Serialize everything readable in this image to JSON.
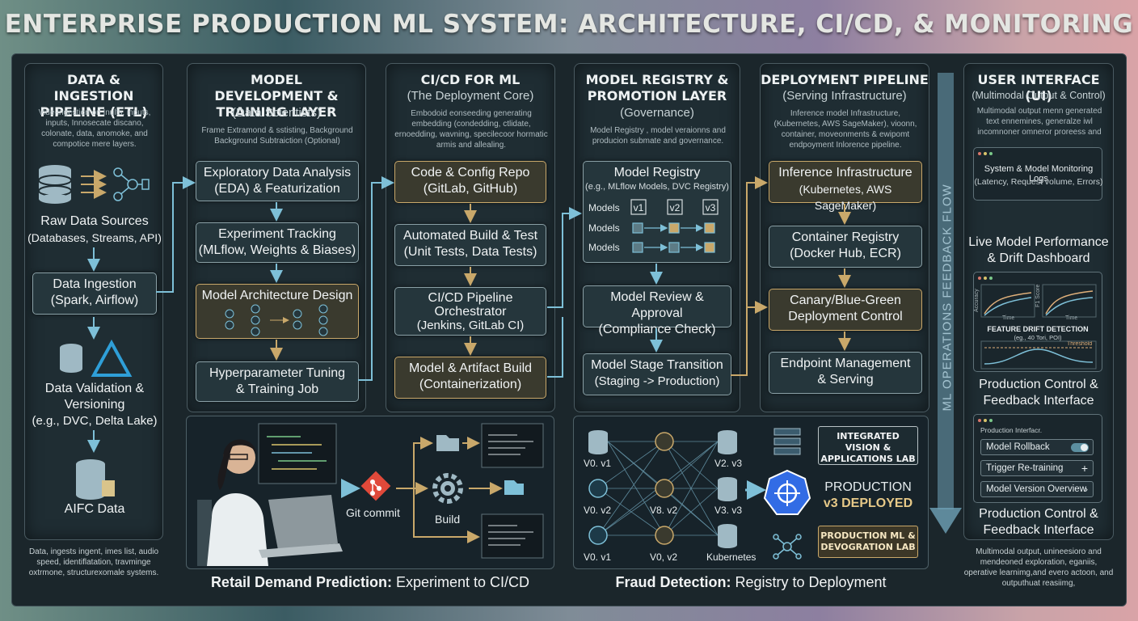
{
  "title": "ENTERPRISE PRODUCTION ML SYSTEM: ARCHITECTURE, CI/CD, & MONITORING",
  "columns": {
    "etl": {
      "head": "DATA & INGESTION PIPELINE (ETL)",
      "desc": "Vide-ingestion on Inults, inputs, inputs, Innosecate discano, colonate, data, anomoke, and compotice mere layers.",
      "raw": "Raw Data Sources",
      "raw_sub": "(Databases, Streams, API)",
      "ingest": "Data Ingestion",
      "ingest_sub": "(Spark, Airflow)",
      "validation": "Data Validation &",
      "validation2": "Versioning",
      "validation_sub": "(e.g., DVC, Delta Lake)",
      "data": "AIFC Data",
      "foot": "Data, ingests ingent, imes list, audio speed, identiflatation, travminge oxtrmone, structurexomale systems."
    },
    "dev": {
      "head": "MODEL DEVELOPMENT & TRAINING LAYER",
      "sub": "(Data Scientists)",
      "desc": "Frame Extramond & sstisting, Background Background Subtraiction (Optional)",
      "eda": "Exploratory Data Analysis",
      "eda2": "(EDA) & Featurization",
      "tracking": "Experiment Tracking",
      "tracking2": "(MLflow, Weights & Biases)",
      "arch": "Model Architecture Design",
      "hyper": "Hyperparameter Tuning",
      "hyper2": "& Training Job"
    },
    "cicd": {
      "head": "CI/CD FOR ML",
      "sub": "(The Deployment Core)",
      "desc": "Embodoid eonseeding generating embedding (condedding, ctlidate, ernoedding, wavning, specilecoor hormatic armis and allealing.",
      "repo": "Code & Config Repo",
      "repo2": "(GitLab, GitHub)",
      "build": "Automated Build & Test",
      "build2": "(Unit Tests, Data Tests)",
      "pipe": "CI/CD Pipeline",
      "pipe2": "Orchestrator",
      "pipe3": "(Jenkins, GitLab CI)",
      "artifact": "Model & Artifact Build",
      "artifact2": "(Containerization)"
    },
    "registry": {
      "head": "MODEL REGISTRY & PROMOTION LAYER",
      "sub": "(Governance)",
      "desc": "Model Registry , model veraionns and producion submate and governance.",
      "reg": "Model Registry",
      "reg2": "(e.g., MLflow Models, DVC Registry)",
      "models_label": "Models",
      "v1": "v1",
      "v2": "v2",
      "v3": "v3",
      "review": "Model Review & Approval",
      "review2": "(Compliance Check)",
      "stage": "Model Stage Transition",
      "stage2": "(Staging -> Production)"
    },
    "deploy": {
      "head": "DEPLOYMENT PIPELINE",
      "sub": "(Serving Infrastructure)",
      "desc": "Inference model Infrastructure, (Kubernetes, AWS SageMaker), vioonn, container, moveonments & ewipomt endpoyment Inlorence pipeline.",
      "infra": "Inference Infrastructure",
      "infra2": "(Kubernetes, AWS SageMaker)",
      "container": "Container Registry",
      "container2": "(Docker Hub, ECR)",
      "canary": "Canary/Blue-Green",
      "canary2": "Deployment Control",
      "endpoint": "Endpoint Management",
      "endpoint2": "& Serving"
    },
    "ui": {
      "head": "USER INTERFACE (UI)",
      "sub": "(Multimodal Output & Control)",
      "desc": "Multimodal output menn generated text ennemines, generalze iwl incomnoner omneror proreess and",
      "logs": "System & Model Monitoring Logs",
      "logs2": "(Latency, Request volume, Errors)",
      "perf": "Live Model Performance",
      "perf2": "& Drift Dashboard",
      "drift": "FEATURE DRIFT DETECTION",
      "drift2": "(eg., 40 Tori, POI)",
      "accuracy": "Accuracy",
      "f1": "F1 Score",
      "time": "Time",
      "threshold": "Threshold",
      "control": "Production Control &",
      "control2": "Feedback Interface",
      "ctl_head": "Production Interfacr.",
      "rollback": "Model Rollback",
      "retrain": "Trigger Re-training",
      "overview": "Model Version Overview",
      "control_b": "Production Control &",
      "control_b2": "Feedback Interface",
      "foot": "Multimodal output, unineesioro and mendeoned exploration, eganiis, operative learnimg,and evero actoon, and outputhuat reasiimg,"
    }
  },
  "feedback": "ML OPERATIONS FEEDBACK FLOW",
  "retail": {
    "bold": "Retail Demand Prediction:",
    "rest": " Experiment to CI/CD",
    "git": "Git commit",
    "build": "Build"
  },
  "fraud": {
    "bold": "Fraud Detection:",
    "rest": " Registry to Deployment",
    "v01": "V0. v1",
    "v02a": "V0. v2",
    "v23": "V2. v3",
    "v82": "V8. v2",
    "v33": "V3. v3",
    "v02b": "V0, v2",
    "v01b": "V0. v1",
    "k8s": "Kubernetes",
    "lab1": "INTEGRATED VISION & APPLICATIONS LAB",
    "prod": "PRODUCTION",
    "prod2": "v3 DEPLOYED",
    "lab2": "PRODUCTION ML & DEVOGRATION LAB"
  },
  "colors": {
    "accent_gold": "#c9a86a",
    "arrow": "#7ec0d8",
    "panel": "#1f2d33"
  }
}
